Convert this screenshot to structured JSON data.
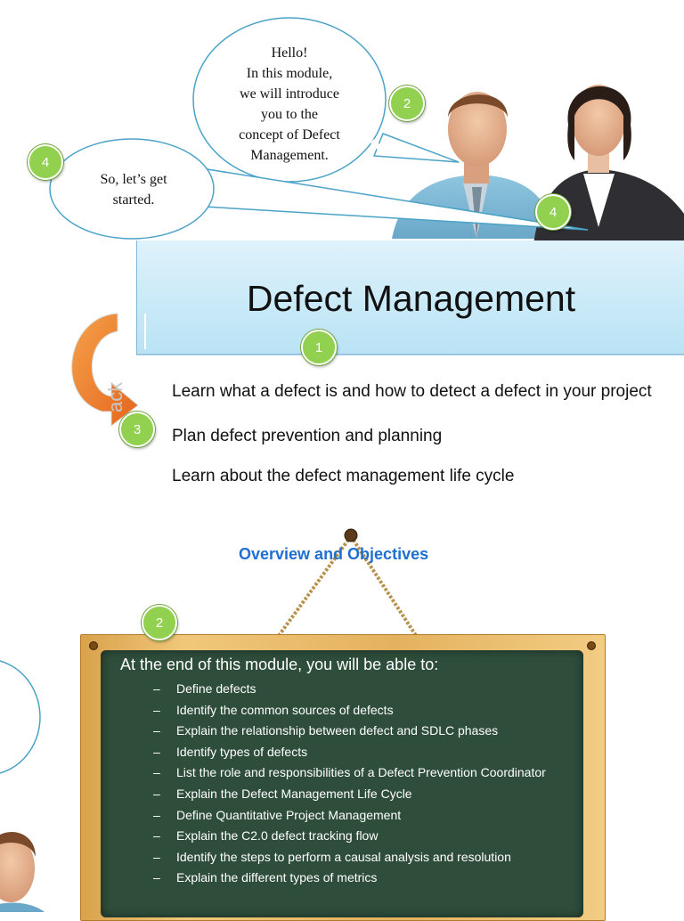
{
  "bubbles": {
    "intro": "Hello!\nIn this module,\nwe will introduce\nyou to the\nconcept of Defect\nManagement.",
    "start": "So, let’s get\nstarted."
  },
  "badges": {
    "man": "2",
    "bubble_left": "4",
    "woman": "4",
    "title": "1",
    "arrow": "3",
    "board": "2"
  },
  "title": "Defect Management",
  "bullets": [
    "Learn what a defect is and how to detect a defect in your project",
    "Plan defect prevention and planning",
    "Learn about the defect management life cycle"
  ],
  "overview_label": "Overview and Objectives",
  "board": {
    "heading": "At the end of this module, you will be able to:",
    "objectives": [
      "Define defects",
      "Identify the common sources of defects",
      "Explain the relationship between defect and SDLC phases",
      "Identify types of defects",
      "List the role and responsibilities of a Defect Prevention Coordinator",
      "Explain the Defect Management Life Cycle",
      "Define Quantitative Project Management",
      "Explain the C2.0 defect tracking flow",
      "Identify the steps to perform a causal analysis and resolution",
      "Explain the different types of metrics"
    ]
  },
  "colors": {
    "badge": "#92d050",
    "bubble_outline": "#4aa3c7",
    "overview_text": "#1f6fd0",
    "board_green": "#2e4d3b",
    "board_frame": "#e4b25e"
  },
  "icons": [
    "man-illustration",
    "woman-illustration",
    "curved-arrow-icon",
    "hanging-rope",
    "nail"
  ]
}
